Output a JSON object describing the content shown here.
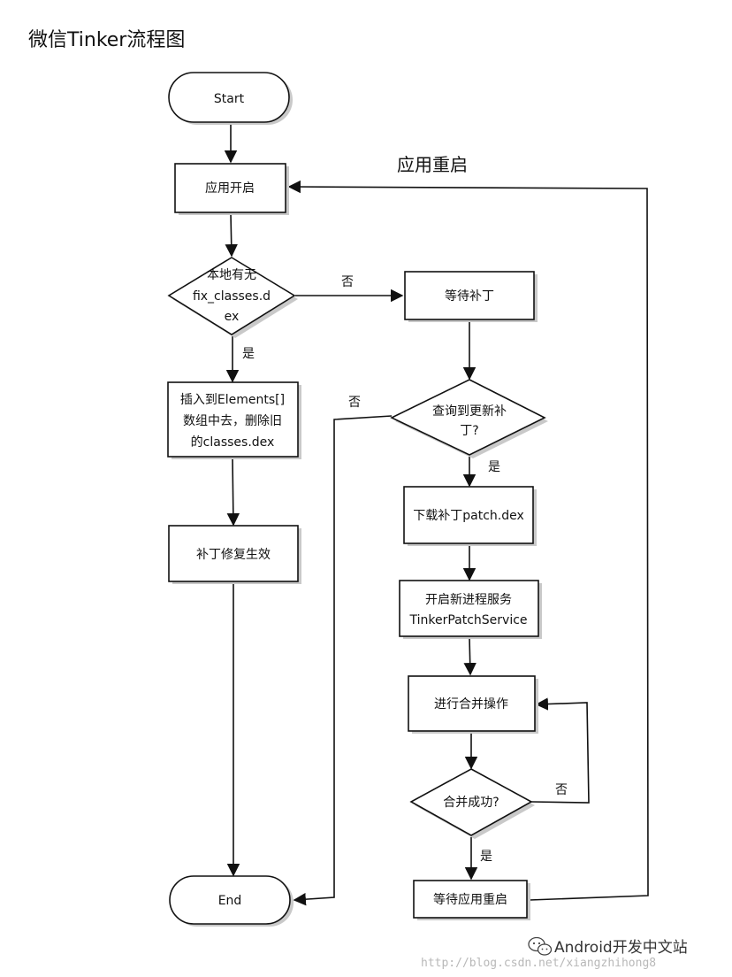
{
  "title": "微信Tinker流程图",
  "restart_label": "应用重启",
  "nodes": {
    "start": "Start",
    "app_open": "应用开启",
    "has_dex": [
      "本地有无",
      "fix_classes.d",
      "ex"
    ],
    "insert": [
      "插入到Elements[]",
      "数组中去，删除旧",
      "的classes.dex"
    ],
    "patch_effective": "补丁修复生效",
    "wait_patch": "等待补丁",
    "query_update": [
      "查询到更新补",
      "丁?"
    ],
    "download": "下载补丁patch.dex",
    "start_service": [
      "开启新进程服务",
      "TinkerPatchService"
    ],
    "merge": "进行合并操作",
    "merge_success": "合并成功?",
    "wait_restart": "等待应用重启",
    "end": "End"
  },
  "edge_labels": {
    "no_dex": "否",
    "yes_dex": "是",
    "no_update": "否",
    "yes_update": "是",
    "merge_fail": "否",
    "merge_ok": "是"
  },
  "watermark": {
    "text": "Android开发中文站",
    "url": "http://blog.csdn.net/xiangzhihong8",
    "icon": "wechat-icon"
  }
}
